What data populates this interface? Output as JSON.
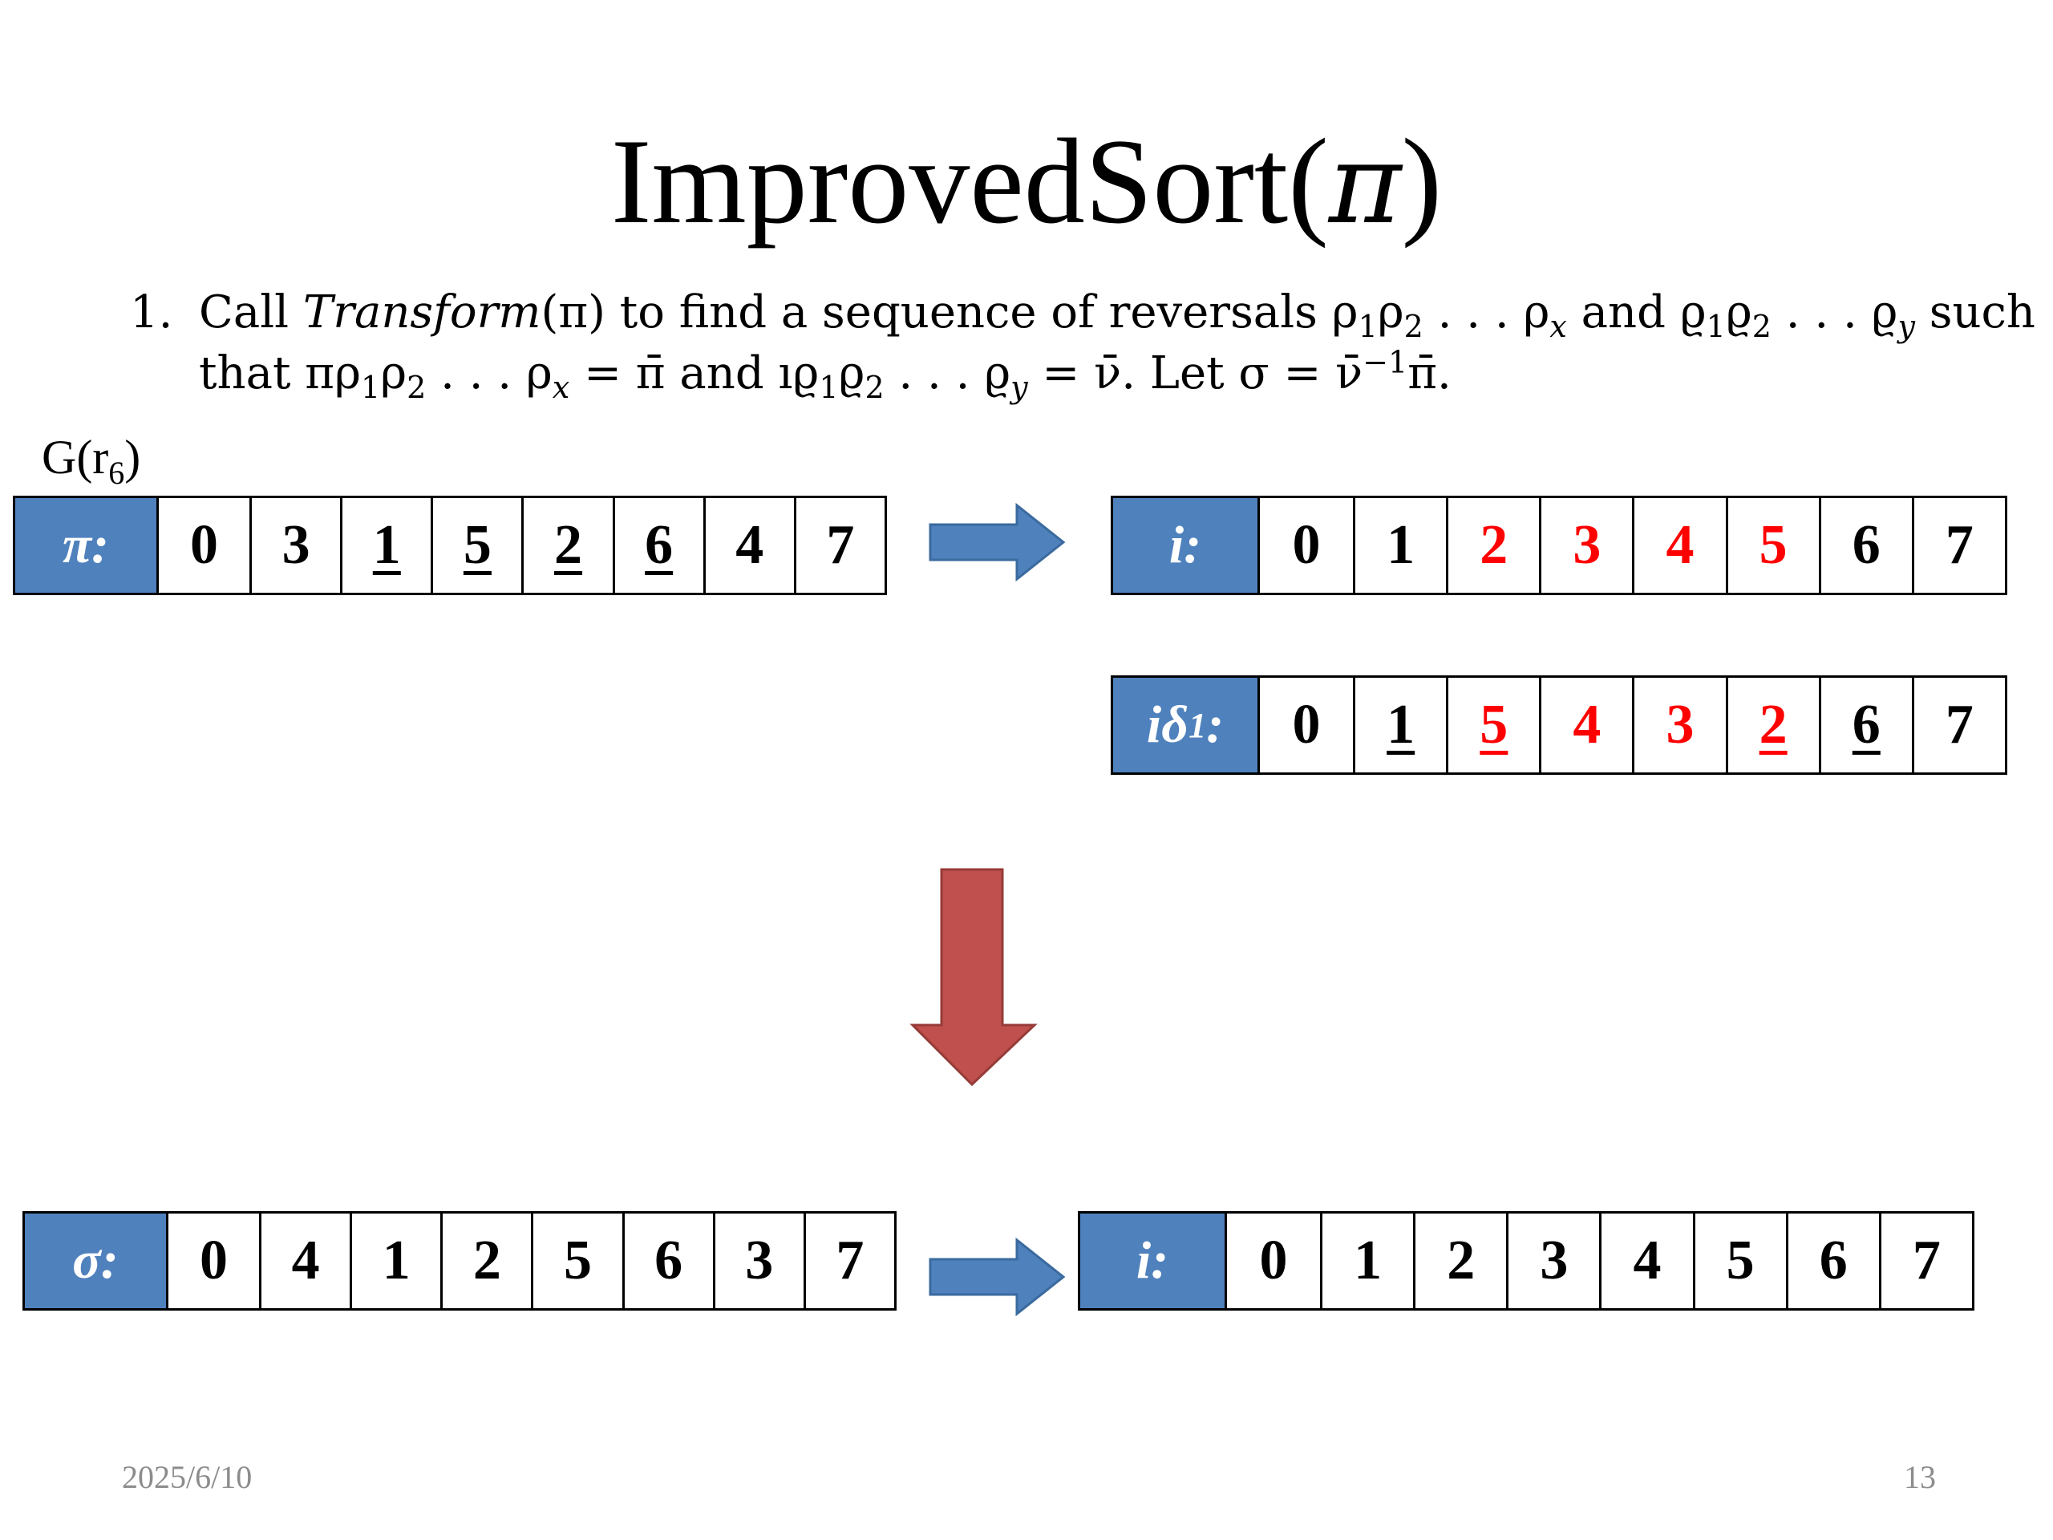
{
  "title": {
    "text": "ImprovedSort(",
    "symbol": "π",
    "close": ")"
  },
  "step": {
    "number": "1.",
    "line1_a": "Call ",
    "line1_transform": "Transform",
    "line1_b": "(π) to find a sequence of reversals ρ",
    "line1_c": "ρ",
    "line1_d": " . . . ρ",
    "line1_e": " and ϱ",
    "line1_f": "ϱ",
    "line1_g": " . . . ϱ",
    "line1_h": " such",
    "line2_a": "that πρ",
    "line2_b": "ρ",
    "line2_c": " . . . ρ",
    "line2_d": " = π̄ and ıϱ",
    "line2_e": "ϱ",
    "line2_f": " . . . ϱ",
    "line2_g": " = ν̄. Let σ = ν̄",
    "line2_h": "π̄.",
    "sub1": "1",
    "sub2": "2",
    "subx": "x",
    "suby": "y",
    "supinv": "−1"
  },
  "graph_label": {
    "text": "G(r",
    "sub": "6",
    "close": ")"
  },
  "rows": {
    "pi": {
      "label": "π:",
      "cells": [
        {
          "v": "0",
          "red": false,
          "ul": false
        },
        {
          "v": "3",
          "red": false,
          "ul": false
        },
        {
          "v": "1",
          "red": false,
          "ul": true
        },
        {
          "v": "5",
          "red": false,
          "ul": true
        },
        {
          "v": "2",
          "red": false,
          "ul": true
        },
        {
          "v": "6",
          "red": false,
          "ul": true
        },
        {
          "v": "4",
          "red": false,
          "ul": false
        },
        {
          "v": "7",
          "red": false,
          "ul": false
        }
      ]
    },
    "i_top": {
      "label": "i:",
      "cells": [
        {
          "v": "0",
          "red": false,
          "ul": false
        },
        {
          "v": "1",
          "red": false,
          "ul": false
        },
        {
          "v": "2",
          "red": true,
          "ul": false
        },
        {
          "v": "3",
          "red": true,
          "ul": false
        },
        {
          "v": "4",
          "red": true,
          "ul": false
        },
        {
          "v": "5",
          "red": true,
          "ul": false
        },
        {
          "v": "6",
          "red": false,
          "ul": false
        },
        {
          "v": "7",
          "red": false,
          "ul": false
        }
      ]
    },
    "i_delta": {
      "label": "iδ",
      "label_sub": "1",
      "label_tail": ":",
      "cells": [
        {
          "v": "0",
          "red": false,
          "ul": false
        },
        {
          "v": "1",
          "red": false,
          "ul": true
        },
        {
          "v": "5",
          "red": true,
          "ul": true
        },
        {
          "v": "4",
          "red": true,
          "ul": false
        },
        {
          "v": "3",
          "red": true,
          "ul": false
        },
        {
          "v": "2",
          "red": true,
          "ul": true
        },
        {
          "v": "6",
          "red": false,
          "ul": true
        },
        {
          "v": "7",
          "red": false,
          "ul": false
        }
      ]
    },
    "sigma": {
      "label": "σ:",
      "cells": [
        {
          "v": "0",
          "red": false,
          "ul": false
        },
        {
          "v": "4",
          "red": false,
          "ul": false
        },
        {
          "v": "1",
          "red": false,
          "ul": false
        },
        {
          "v": "2",
          "red": false,
          "ul": false
        },
        {
          "v": "5",
          "red": false,
          "ul": false
        },
        {
          "v": "6",
          "red": false,
          "ul": false
        },
        {
          "v": "3",
          "red": false,
          "ul": false
        },
        {
          "v": "7",
          "red": false,
          "ul": false
        }
      ]
    },
    "i_bottom": {
      "label": "i:",
      "cells": [
        {
          "v": "0",
          "red": false,
          "ul": false
        },
        {
          "v": "1",
          "red": false,
          "ul": false
        },
        {
          "v": "2",
          "red": false,
          "ul": false
        },
        {
          "v": "3",
          "red": false,
          "ul": false
        },
        {
          "v": "4",
          "red": false,
          "ul": false
        },
        {
          "v": "5",
          "red": false,
          "ul": false
        },
        {
          "v": "6",
          "red": false,
          "ul": false
        },
        {
          "v": "7",
          "red": false,
          "ul": false
        }
      ]
    }
  },
  "colors": {
    "label_bg": "#4f81bd",
    "arrow_blue": "#4f81bd",
    "arrow_red": "#c0504d",
    "highlight": "#ff0000"
  },
  "footer": {
    "date": "2025/6/10",
    "page": "13"
  }
}
